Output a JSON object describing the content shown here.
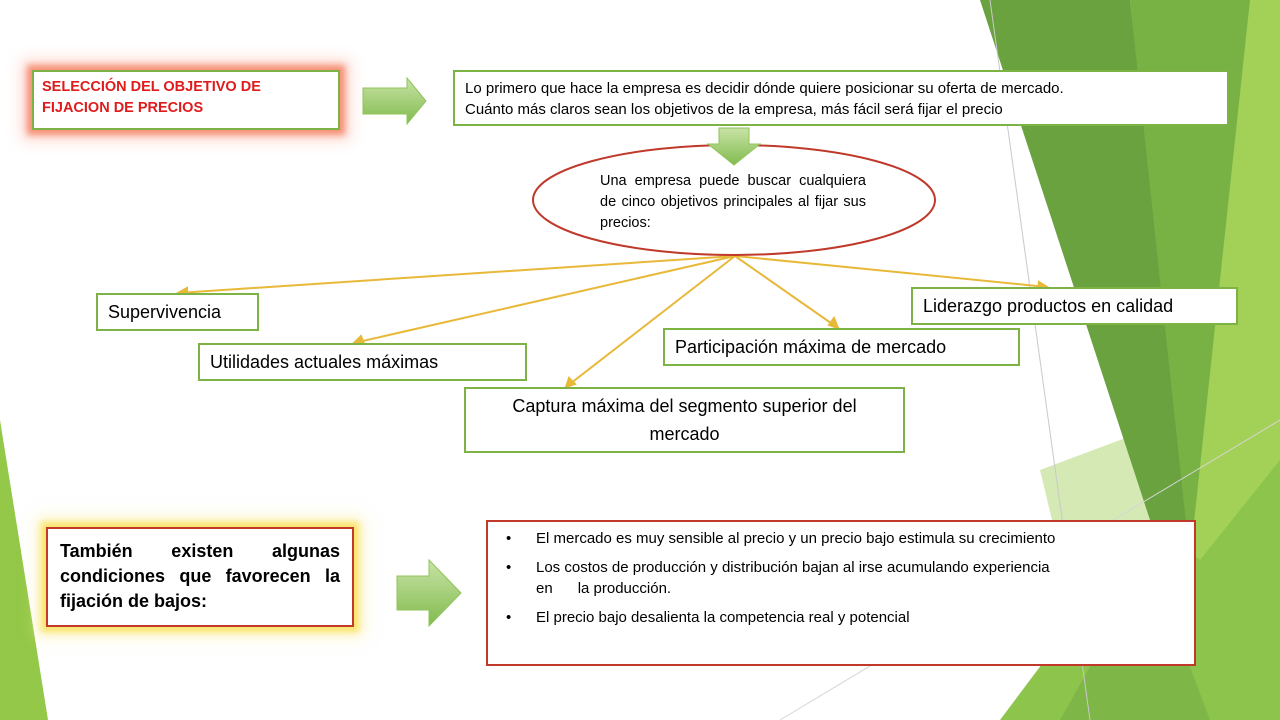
{
  "title_box": {
    "lines": [
      "SELECCIÓN DEL OBJETIVO DE",
      "FIJACION DE PRECIOS"
    ]
  },
  "intro_box": {
    "lines": [
      "Lo primero que hace la empresa es decidir dónde quiere posicionar su oferta de mercado.",
      "Cuánto más claros sean los objetivos de la empresa, más fácil será fijar el precio"
    ]
  },
  "ellipse": {
    "text": "Una empresa puede buscar cualquiera de cinco objetivos principales al fijar sus precios:"
  },
  "objectives": [
    "Supervivencia",
    "Utilidades actuales máximas",
    "Captura máxima del segmento superior del mercado",
    "Participación máxima de mercado",
    "Liderazgo productos en calidad"
  ],
  "conditions_box": {
    "text": "También existen algunas condiciones que favorecen la fijación de bajos:"
  },
  "factors": {
    "bullet": "•",
    "items": [
      [
        "El mercado es muy sensible al precio y un precio bajo estimula su crecimiento"
      ],
      [
        "Los costos de producción y distribución bajan al irse acumulando experiencia",
        "en      la producción."
      ],
      [
        "El precio bajo desalienta la competencia real y potencial"
      ]
    ]
  },
  "colors": {
    "box_green_border": "#7db244",
    "box_red_border": "#c0392b",
    "title_text": "#e01b1b",
    "connector": "#e8b838",
    "arrow_fill": "#8fc45a",
    "bg_green_light": "#9ccd4e",
    "bg_green_dark": "#5a9a38"
  },
  "icons": [
    "right-arrow-icon",
    "down-arrow-icon"
  ]
}
